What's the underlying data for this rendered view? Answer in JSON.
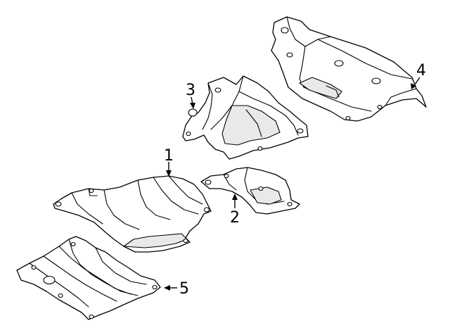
{
  "diagram": {
    "callouts": [
      {
        "id": "1",
        "label": "1"
      },
      {
        "id": "2",
        "label": "2"
      },
      {
        "id": "3",
        "label": "3"
      },
      {
        "id": "4",
        "label": "4"
      },
      {
        "id": "5",
        "label": "5"
      }
    ]
  }
}
